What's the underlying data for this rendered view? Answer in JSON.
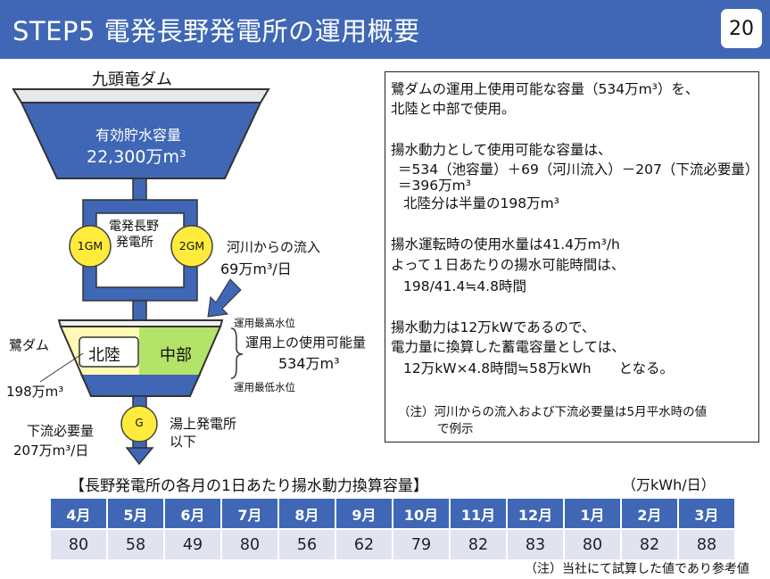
{
  "header": {
    "title": "STEP5 電発長野発電所の運用概要",
    "page_number": "20"
  },
  "diagram": {
    "upper_dam": {
      "name": "九頭竜ダム",
      "capacity_label": "有効貯水容量",
      "capacity_value": "22,300万m³"
    },
    "power_station": {
      "name_line1": "電発長野",
      "name_line2": "発電所",
      "gen1": "1GM",
      "gen2": "2GM"
    },
    "inflow": {
      "label": "河川からの流入",
      "value": "69万m³/日"
    },
    "lower_dam": {
      "name": "鷺ダム",
      "hokuriku": "北陸",
      "chubu": "中部",
      "hokuriku_share": "198万m³",
      "max_level": "運用最高水位",
      "min_level": "運用最低水位",
      "usable_label": "運用上の使用可能量",
      "usable_value": "534万m³"
    },
    "downstream": {
      "gen": "G",
      "station_line1": "湯上発電所",
      "station_line2": "以下",
      "label": "下流必要量",
      "value": "207万m³/日"
    }
  },
  "info": {
    "lines": [
      "鷺ダムの運用上使用可能な容量（534万m³）を、",
      "北陸と中部で使用。",
      "揚水動力として使用可能な容量は、",
      "＝534（池容量）＋69（河川流入）－207（下流必要量）",
      "＝396万m³",
      "北陸分は半量の198万m³",
      "揚水運転時の使用水量は41.4万m³/h",
      "よって１日あたりの揚水可能時間は、",
      "198/41.4≒4.8時間",
      "揚水動力は12万kWであるので、",
      "電力量に換算した蓄電容量としては、",
      "12万kW×4.8時間≒58万kWh　　となる。",
      "（注）河川からの流入および下流必要量は5月平水時の値",
      "で例示"
    ]
  },
  "table": {
    "title": "【長野発電所の各月の1日あたり揚水動力換算容量】",
    "unit": "（万kWh/日）",
    "months": [
      "4月",
      "5月",
      "6月",
      "7月",
      "8月",
      "9月",
      "10月",
      "11月",
      "12月",
      "1月",
      "2月",
      "3月"
    ],
    "values": [
      "80",
      "58",
      "49",
      "80",
      "56",
      "62",
      "79",
      "82",
      "83",
      "80",
      "82",
      "88"
    ],
    "footnote": "（注）当社にて試算した値であり参考値"
  }
}
